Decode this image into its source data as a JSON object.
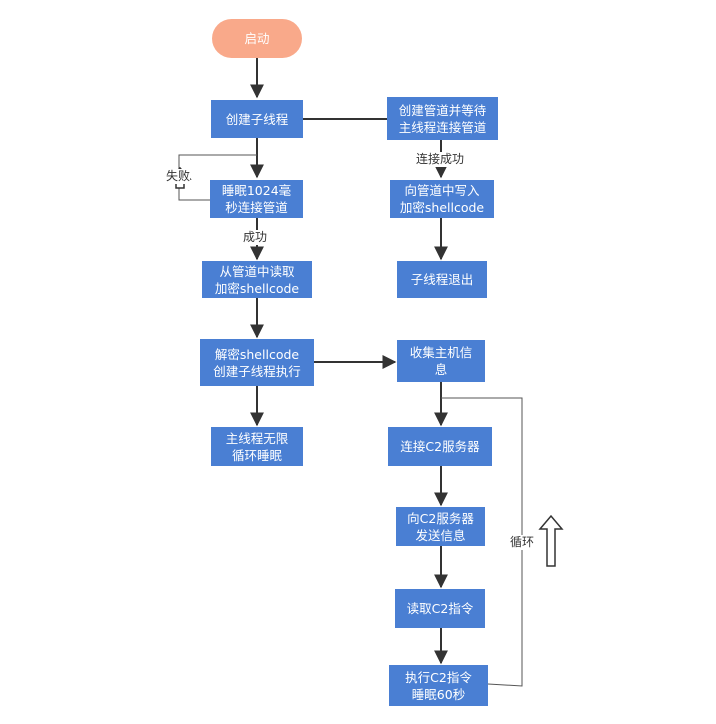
{
  "diagram": {
    "nodes": {
      "start": "启动",
      "create_thread": "创建子线程",
      "create_pipe": "创建管道并等待\n主线程连接管道",
      "sleep_connect": "睡眠1024毫\n秒连接管道",
      "write_pipe": "向管道中写入\n加密shellcode",
      "read_pipe": "从管道中读取\n加密shellcode",
      "thread_exit": "子线程退出",
      "decrypt_exec": "解密shellcode\n创建子线程执行",
      "collect_info": "收集主机信\n息",
      "main_sleep": "主线程无限\n循环睡眠",
      "connect_c2": "连接C2服务器",
      "send_c2": "向C2服务器\n发送信息",
      "read_cmd": "读取C2指令",
      "exec_cmd": "执行C2指令\n睡眠60秒"
    },
    "edge_labels": {
      "fail": "失败",
      "connected": "连接成功",
      "success": "成功",
      "loop": "循环"
    },
    "colors": {
      "start_fill": "#f9a98a",
      "process_fill": "#4a7fd3",
      "line": "#333333"
    },
    "icons": [
      "up-arrow-icon",
      "up-arrow-icon"
    ]
  }
}
